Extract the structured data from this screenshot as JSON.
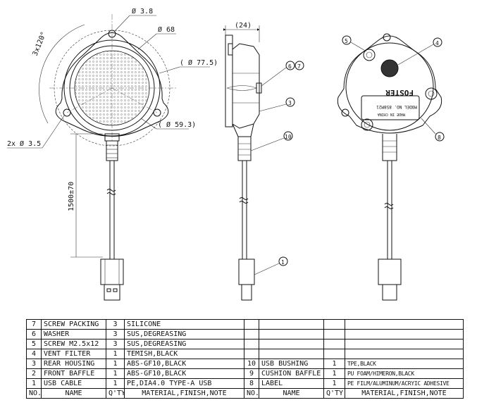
{
  "front_view": {
    "dim_hole_dia": "Ø 3.8",
    "dim_grill_dia": "Ø 68",
    "dim_baffle_dia": "( Ø 77.5)",
    "dim_inner_dia": "( Ø 59.3)",
    "dim_angle": "3x120°",
    "dim_mount_holes": "2x Ø 3.5",
    "dim_cable_length": "1500±70"
  },
  "side_view": {
    "dim_depth": "(24)",
    "callouts": [
      "6",
      "7",
      "3",
      "10",
      "1"
    ]
  },
  "rear_view": {
    "logo_text": "FOSTER",
    "label_model": "MODEL NO. 858M21",
    "label_origin": "MADE IN CHINA",
    "callouts": [
      "5",
      "4",
      "8"
    ]
  },
  "bom": {
    "headers": [
      "NO.",
      "NAME",
      "Q'TY",
      "MATERIAL,FINISH,NOTE",
      "NO.",
      "NAME",
      "Q'TY",
      "MATERIAL,FINISH,NOTE"
    ],
    "rows": [
      [
        "7",
        "SCREW PACKING",
        "3",
        "SILICONE",
        "",
        "",
        "",
        ""
      ],
      [
        "6",
        "WASHER",
        "3",
        "SUS,DEGREASING",
        "",
        "",
        "",
        ""
      ],
      [
        "5",
        "SCREW M2.5x12",
        "3",
        "SUS,DEGREASING",
        "",
        "",
        "",
        ""
      ],
      [
        "4",
        "VENT FILTER",
        "1",
        "TEMISH,BLACK",
        "",
        "",
        "",
        ""
      ],
      [
        "3",
        "REAR HOUSING",
        "1",
        "ABS-GF10,BLACK",
        "10",
        "USB BUSHING",
        "1",
        "TPE,BLACK"
      ],
      [
        "2",
        "FRONT BAFFLE",
        "1",
        "ABS-GF10,BLACK",
        "9",
        "CUSHION BAFFLE",
        "1",
        "PU FOAM/HIMERON,BLACK"
      ],
      [
        "1",
        "USB CABLE",
        "1",
        "PE,DIA4.0 TYPE-A USB",
        "8",
        "LABEL",
        "1",
        "PE FILM/ALUMINUM/ACRYIC ADHESIVE"
      ]
    ]
  }
}
